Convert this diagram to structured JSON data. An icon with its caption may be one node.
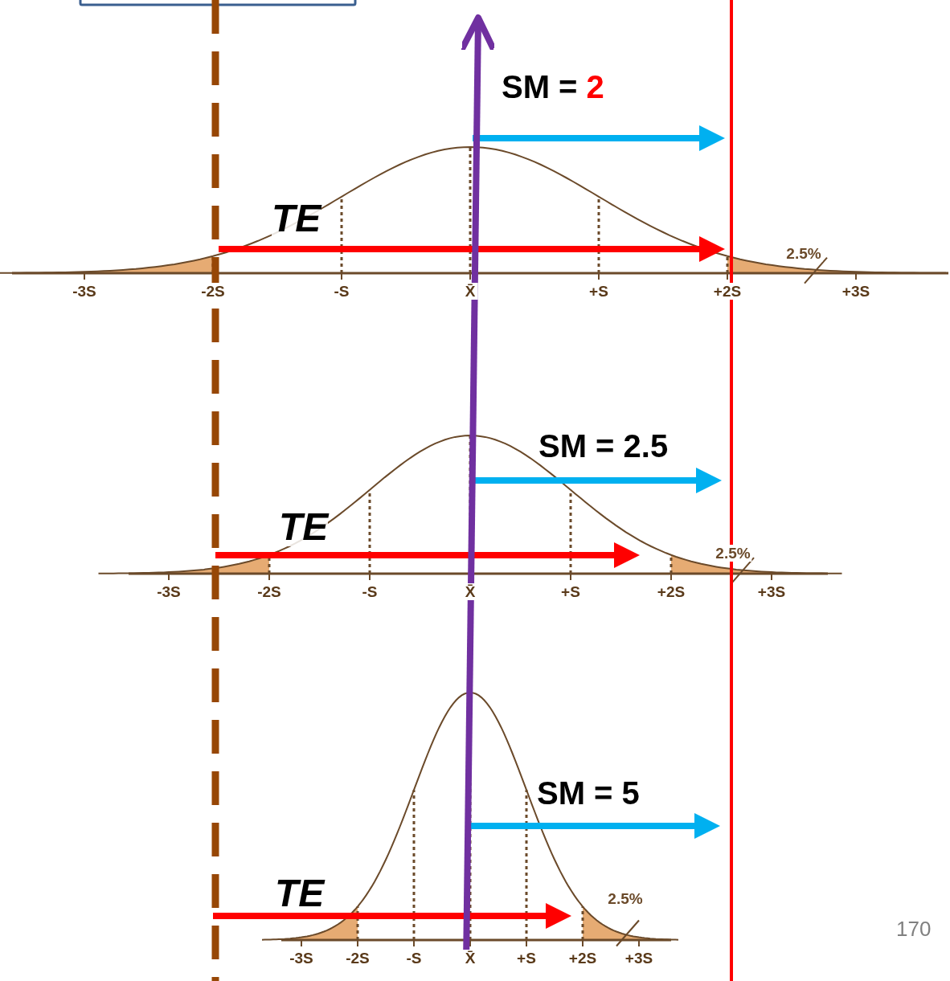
{
  "diagram": {
    "labels": [
      "SM = 2",
      "TE",
      "2.5%",
      "-3S",
      "-2S",
      "-S",
      "X̄",
      "+S",
      "+2S",
      "+3S",
      "SM = 2.5",
      "TE",
      "2.5%",
      "-3S",
      "-2S",
      "-S",
      "X̄",
      "+S",
      "+2S",
      "+3S",
      "SM = 5",
      "TE",
      "2.5%",
      "-3S",
      "-2S",
      "-S",
      "X̄",
      "+S",
      "+2S",
      "+3S",
      "170"
    ]
  }
}
